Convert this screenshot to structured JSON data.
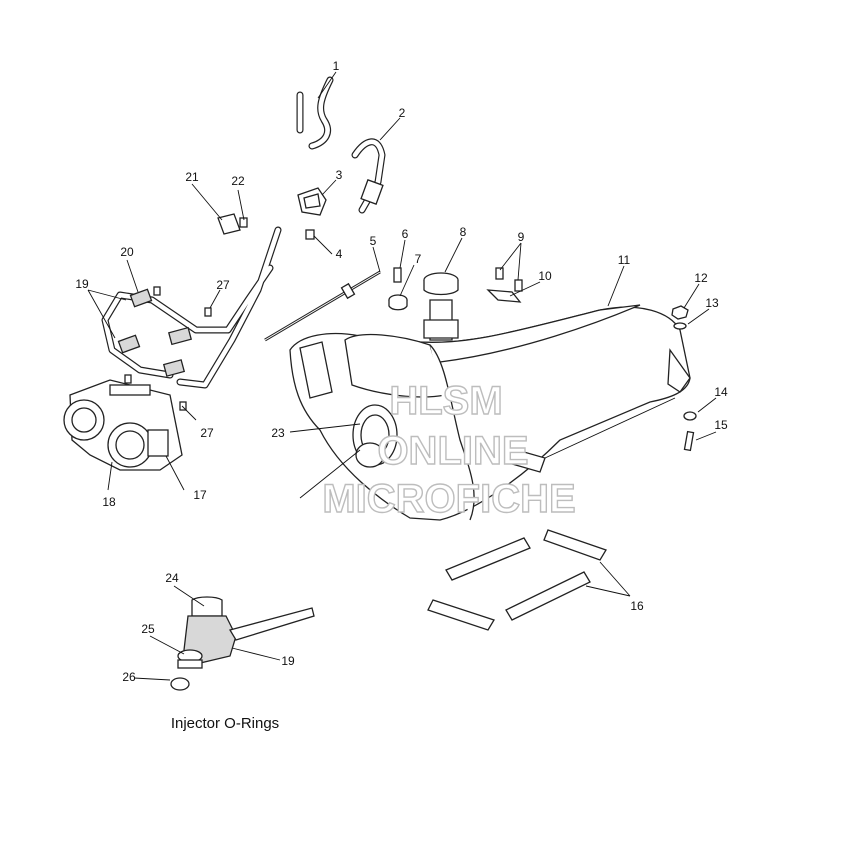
{
  "diagram": {
    "callouts": [
      "1",
      "2",
      "3",
      "4",
      "5",
      "6",
      "7",
      "8",
      "9",
      "10",
      "11",
      "12",
      "13",
      "14",
      "15",
      "16",
      "17",
      "18",
      "19",
      "20",
      "21",
      "22",
      "23",
      "24",
      "25",
      "26",
      "27"
    ],
    "caption": "Injector O-Rings",
    "watermark": [
      "HLSM",
      "ONLINE",
      "MICROFICHE"
    ]
  }
}
